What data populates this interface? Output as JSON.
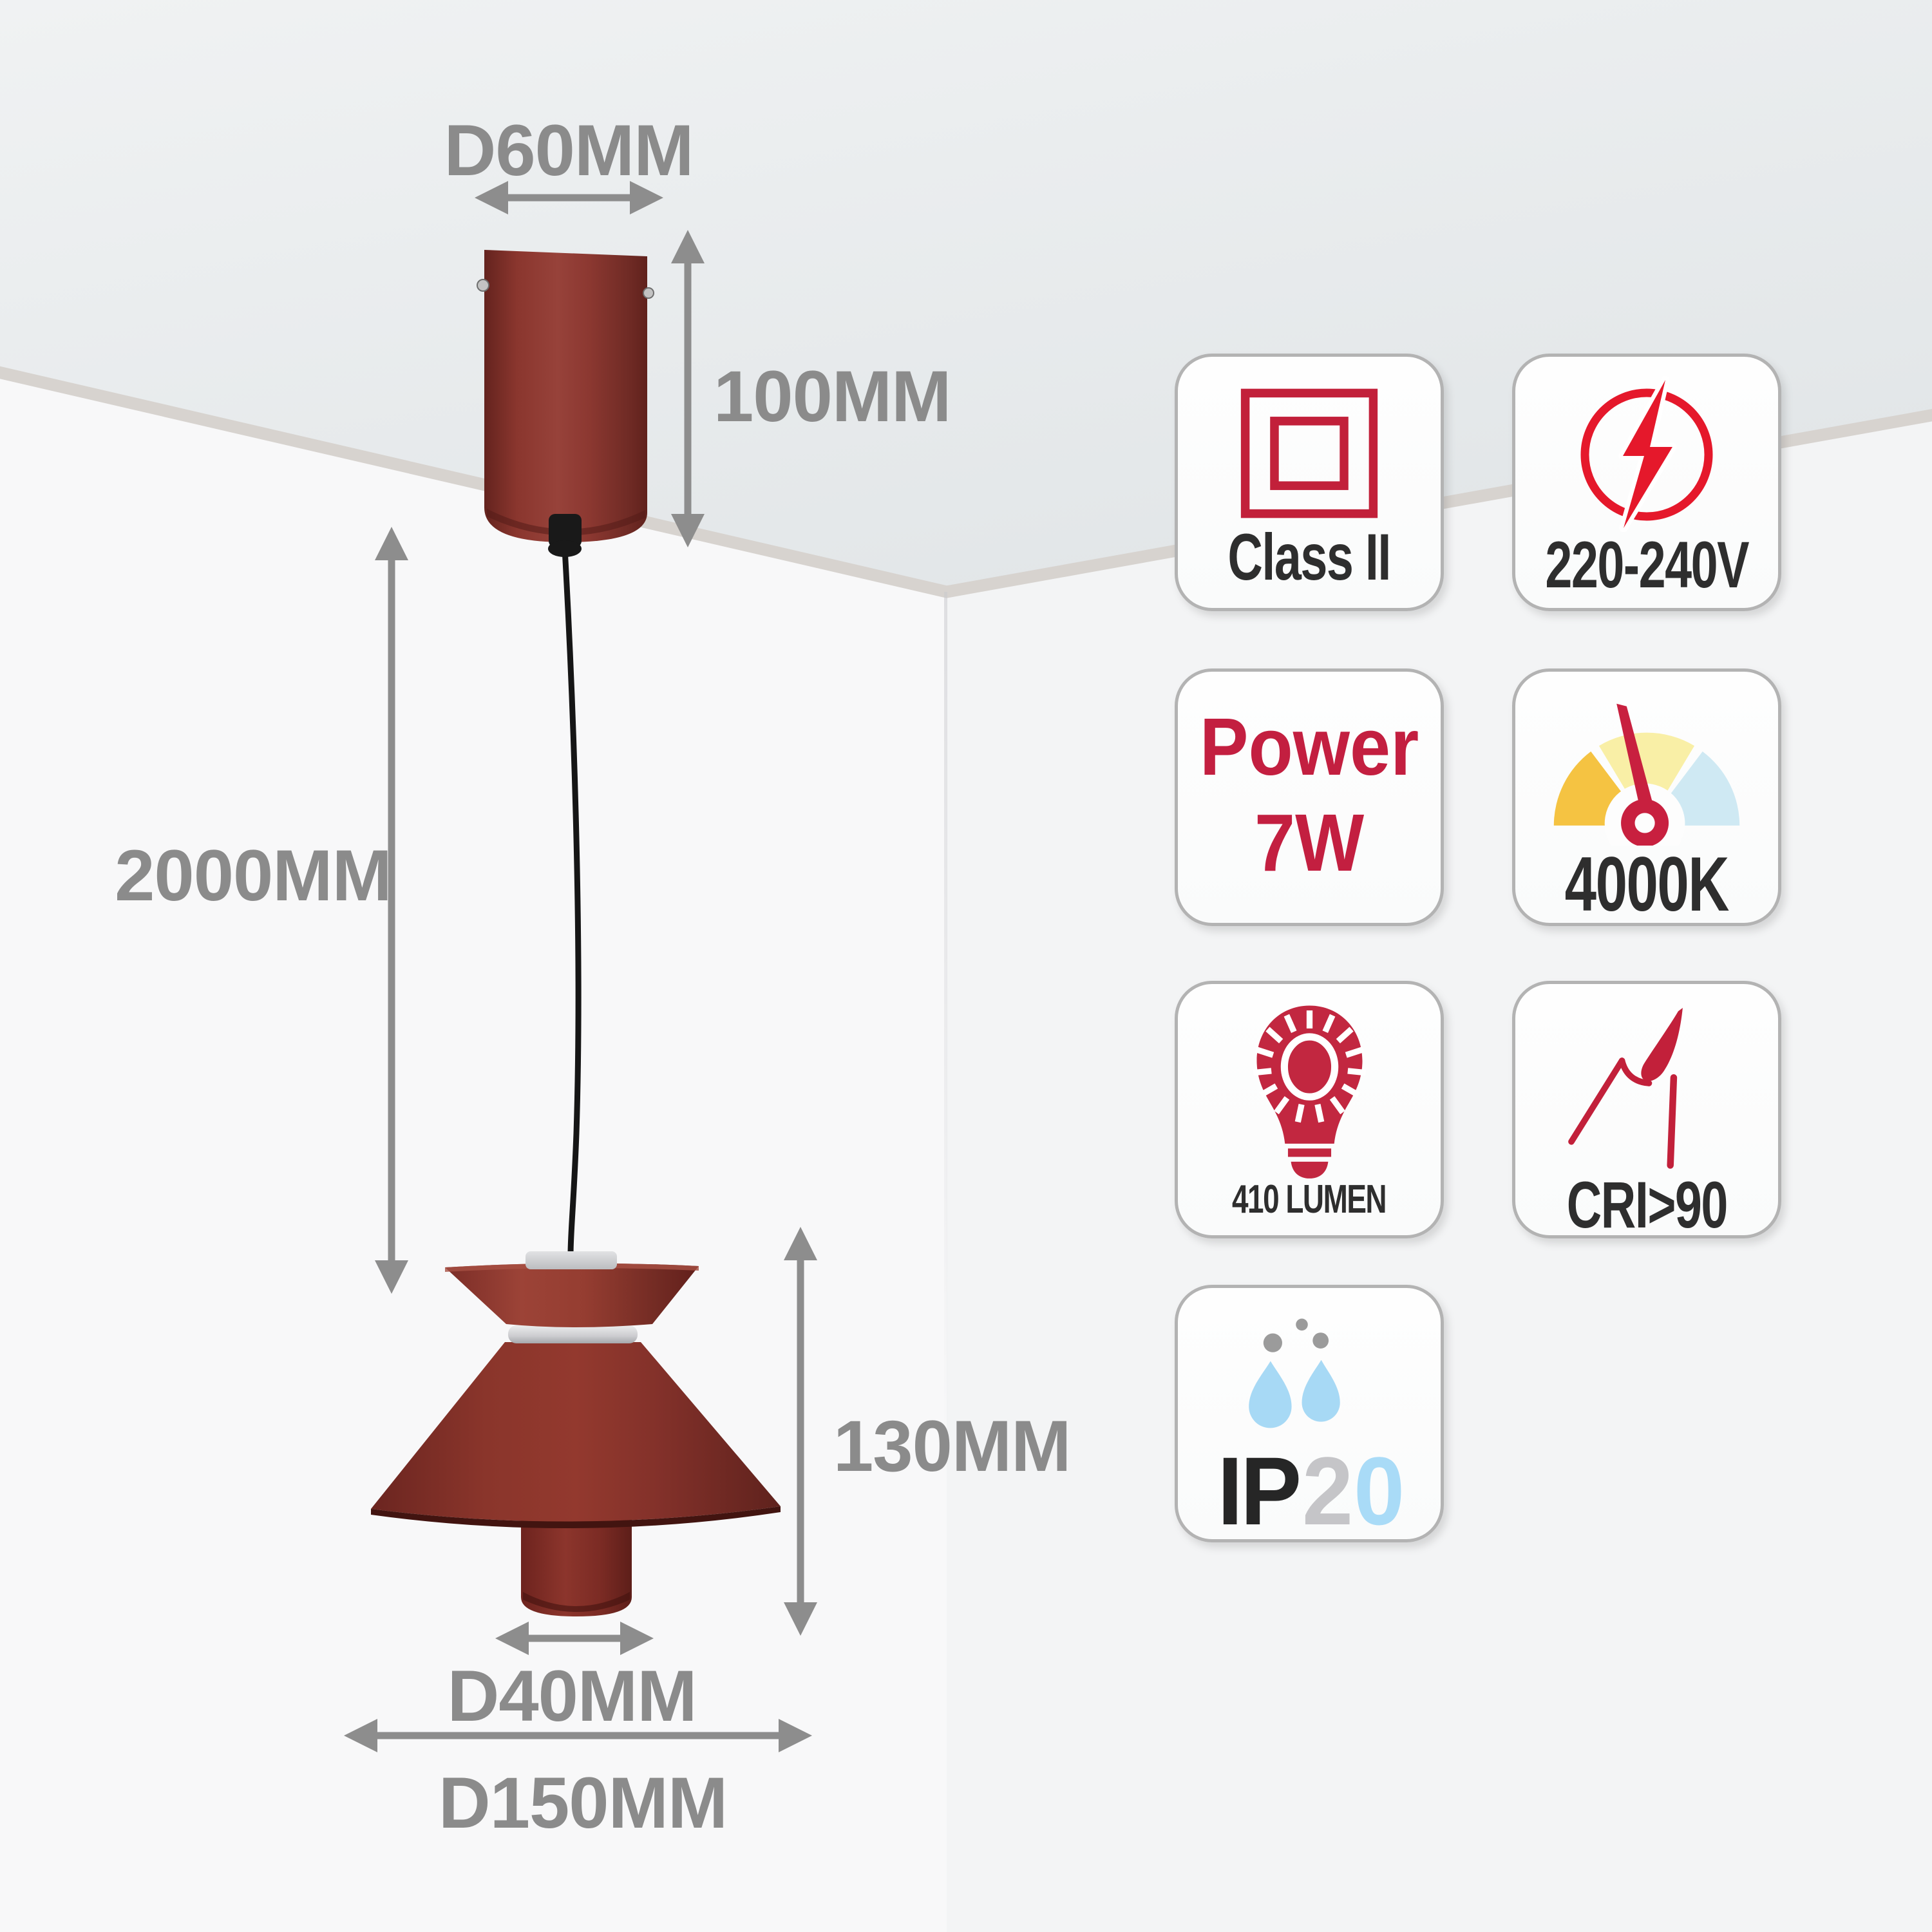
{
  "product": {
    "type_note": "pendant light dimension and specification infographic"
  },
  "dimensions": {
    "canopy_diameter": "D60MM",
    "canopy_height": "100MM",
    "drop_length": "2000MM",
    "shade_height": "130MM",
    "inner_cylinder_diameter": "D40MM",
    "shade_diameter": "D150MM"
  },
  "specs": {
    "insulation": {
      "label": "Class II",
      "icon": "double-square-class2-icon"
    },
    "voltage": {
      "label": "220-240V",
      "icon": "lightning-circle-icon"
    },
    "power": {
      "line1": "Power",
      "line2": "7W"
    },
    "color_temperature": {
      "label": "4000K",
      "icon": "color-temperature-gauge-icon"
    },
    "luminous_flux": {
      "label": "410 LUMEN",
      "icon": "bulb-icon"
    },
    "cri": {
      "label": "CRI>90",
      "icon": "cri-arrow-icon"
    },
    "ip_rating": {
      "prefix": "IP",
      "first_digit": "2",
      "second_digit": "0",
      "icon": "water-drops-icon"
    }
  },
  "colors": {
    "lamp_red": "#8d3129",
    "accent_crimson": "#c2203a",
    "lightning_red": "#e5182b",
    "dimension_gray": "#8b8b8b",
    "gauge_orange": "#f5c342",
    "gauge_pale_yellow": "#f9efa6",
    "gauge_blue": "#cfe9f3",
    "ip_blue": "#a9dbf7",
    "ip_gray": "#c5c5c8",
    "label_dark": "#2e2e2e",
    "badge_border": "#b3b3b3",
    "ceiling_gray": "#e6eaec",
    "wall_white": "#f8f8f9"
  }
}
